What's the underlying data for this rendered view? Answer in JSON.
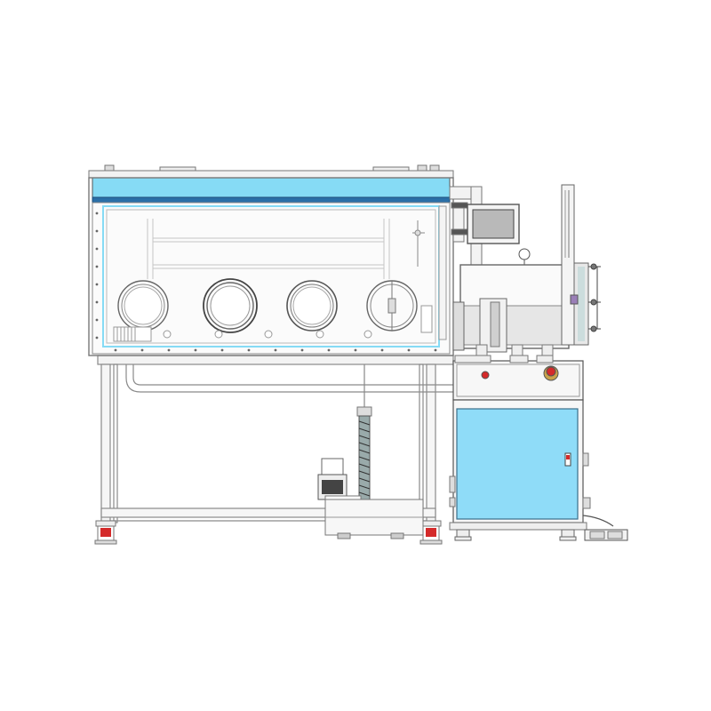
{
  "drawing": {
    "subject": "",
    "colors": {
      "line": "#7a7a7a",
      "line_dark": "#4a4a4a",
      "frame": "#9a9a9a",
      "accent_blue": "#86dbf5",
      "accent_blue_dark": "#2a6fa8",
      "panel_blue": "#8fdcf8",
      "screen_gray": "#b9b9b9",
      "alarm_red": "#d42a2a",
      "metal_light": "#e6e6e6",
      "metal_mid": "#c8c8c8"
    },
    "components": [
      {
        "id": "glovebox",
        "icon": "glovebox-chamber"
      },
      {
        "id": "glove-ports",
        "count": 4
      },
      {
        "id": "support-frame",
        "icon": "steel-frame"
      },
      {
        "id": "antechamber",
        "icon": "cylinder-antechamber"
      },
      {
        "id": "control-cabinet",
        "icon": "cabinet"
      },
      {
        "id": "touch-screen",
        "icon": "hmi-screen"
      },
      {
        "id": "vacuum-pump",
        "icon": "pump"
      },
      {
        "id": "foot-pedal",
        "icon": "pedal"
      },
      {
        "id": "casters",
        "count": 4
      }
    ]
  }
}
